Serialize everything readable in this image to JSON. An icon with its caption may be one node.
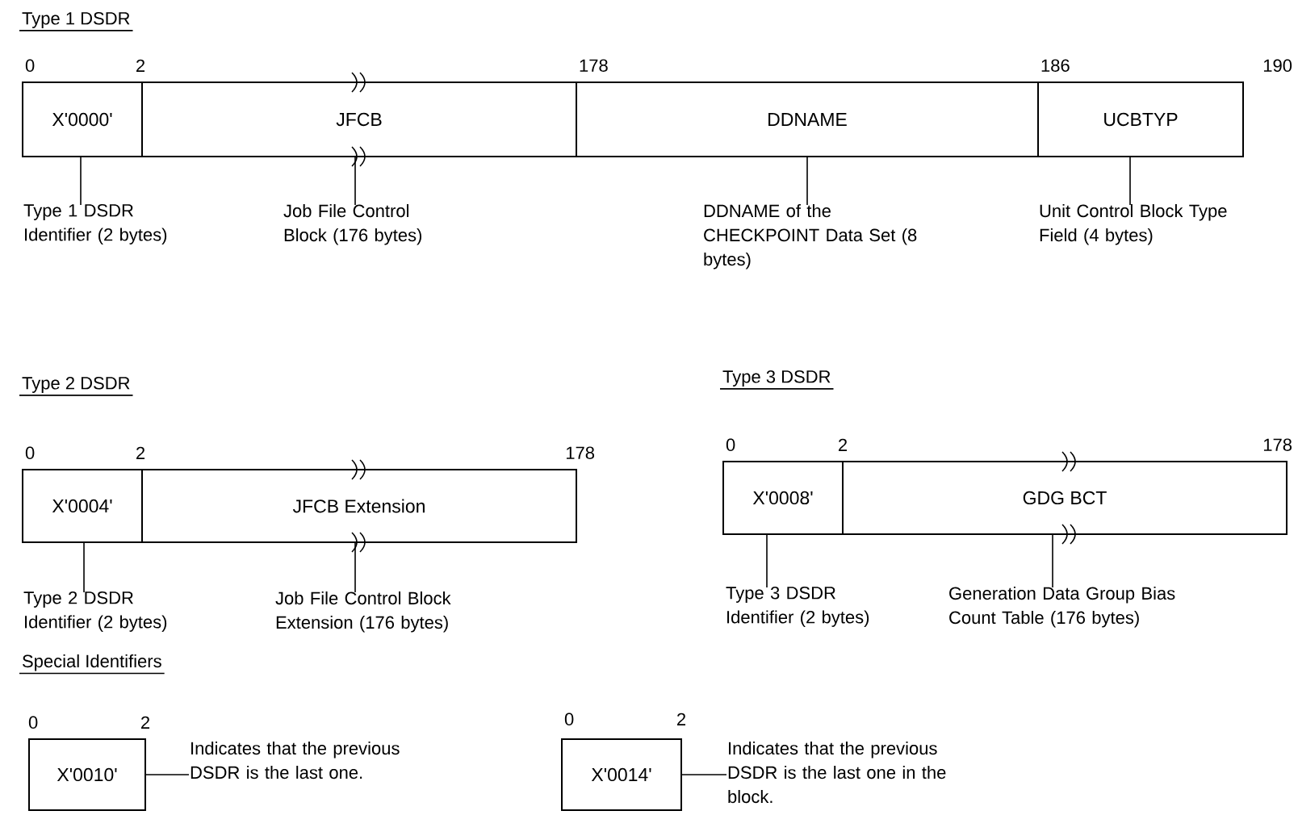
{
  "diagram": {
    "nodes": [
      {
        "text": [
          "X'0000'"
        ]
      },
      {
        "text": [
          "JFCB"
        ]
      },
      {
        "text": [
          "DDNAME"
        ]
      },
      {
        "text": [
          "UCBTYP"
        ]
      },
      {
        "text": [
          "Type 1 DSDR Identifier (2 bytes)"
        ]
      },
      {
        "text": [
          "Job File Control Block (176 bytes)"
        ]
      },
      {
        "text": [
          "DDNAME of the CHECKPOINT Data Set (8 bytes)"
        ]
      },
      {
        "text": [
          "Unit Control Block Type Field (4 bytes)"
        ]
      },
      {
        "text": [
          "X'0004'"
        ]
      },
      {
        "text": [
          "JFCB Extension"
        ]
      },
      {
        "text": [
          "Type 2 DSDR Identifier (2 bytes)"
        ]
      },
      {
        "text": [
          "Job File Control Block Extension (176 bytes)"
        ]
      },
      {
        "text": [
          "X'0008'"
        ]
      },
      {
        "text": [
          "GDG BCT"
        ]
      },
      {
        "text": [
          "Type 3 DSDR Identifier (2 bytes)"
        ]
      },
      {
        "text": [
          "Generation Data Group Bias Count Table (176 bytes)"
        ]
      },
      {
        "text": [
          "X'0010'"
        ]
      },
      {
        "text": [
          "Indicates that the previous DSDR is the last one."
        ]
      },
      {
        "text": [
          "X'0014'"
        ]
      },
      {
        "text": [
          "Indicates that the previous DSDR is the last one in the block."
        ]
      }
    ],
    "edges": [
      {
        "from": 4,
        "to": 0,
        "arrow": "none"
      },
      {
        "from": 5,
        "to": 1,
        "arrow": "none"
      },
      {
        "from": 6,
        "to": 2,
        "arrow": "none"
      },
      {
        "from": 7,
        "to": 3,
        "arrow": "none"
      },
      {
        "from": 10,
        "to": 8,
        "arrow": "none"
      },
      {
        "from": 11,
        "to": 9,
        "arrow": "none"
      },
      {
        "from": 14,
        "to": 12,
        "arrow": "none"
      },
      {
        "from": 15,
        "to": 13,
        "arrow": "none"
      },
      {
        "from": 17,
        "to": 16,
        "arrow": "none"
      },
      {
        "from": 19,
        "to": 18,
        "arrow": "none"
      }
    ],
    "labels": [
      "Type 1 DSDR",
      "0",
      "2",
      "178",
      "186",
      "190",
      "Type 2 DSDR",
      "0",
      "2",
      "178",
      "Type 3 DSDR",
      "0",
      "2",
      "178",
      "Special Identifiers",
      "0",
      "2",
      "0",
      "2"
    ]
  }
}
